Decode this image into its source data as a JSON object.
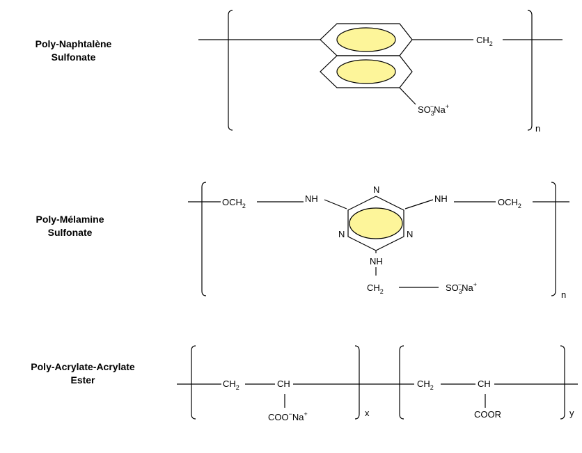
{
  "polymers": [
    {
      "name_lines": [
        "Poly-Naphtalène",
        "Sulfonate"
      ],
      "groups": {
        "ch2": {
          "main": "CH",
          "sub": "2"
        },
        "sulfonate": {
          "pre": "SO",
          "sub": "3",
          "sup1": "−",
          "mid": "Na",
          "sup2": "+"
        }
      },
      "repeat_index": "n"
    },
    {
      "name_lines": [
        "Poly-Mélamine",
        "Sulfonate"
      ],
      "groups": {
        "och2_left": {
          "main": "OCH",
          "sub": "2"
        },
        "och2_right": {
          "main": "OCH",
          "sub": "2"
        },
        "nh_left": "NH",
        "nh_right": "NH",
        "nh_bottom": "NH",
        "ring_n_top": "N",
        "ring_n_left": "N",
        "ring_n_right": "N",
        "ch2": {
          "main": "CH",
          "sub": "2"
        },
        "sulfonate": {
          "pre": "SO",
          "sub": "3",
          "sup1": "−",
          "mid": "Na",
          "sup2": "+"
        }
      },
      "repeat_index": "n"
    },
    {
      "name_lines": [
        "Poly-Acrylate-Acrylate",
        "Ester"
      ],
      "groups": {
        "ch2_a": {
          "main": "CH",
          "sub": "2"
        },
        "ch_a": "CH",
        "carboxylate": {
          "main": "COO",
          "sup1": "−",
          "mid": "Na",
          "sup2": "+"
        },
        "ch2_b": {
          "main": "CH",
          "sub": "2"
        },
        "ch_b": "CH",
        "ester": "COOR"
      },
      "repeat_index_x": "x",
      "repeat_index_y": "y"
    }
  ],
  "colors": {
    "aromatic_fill": "#fdf59a",
    "line": "#000000"
  }
}
